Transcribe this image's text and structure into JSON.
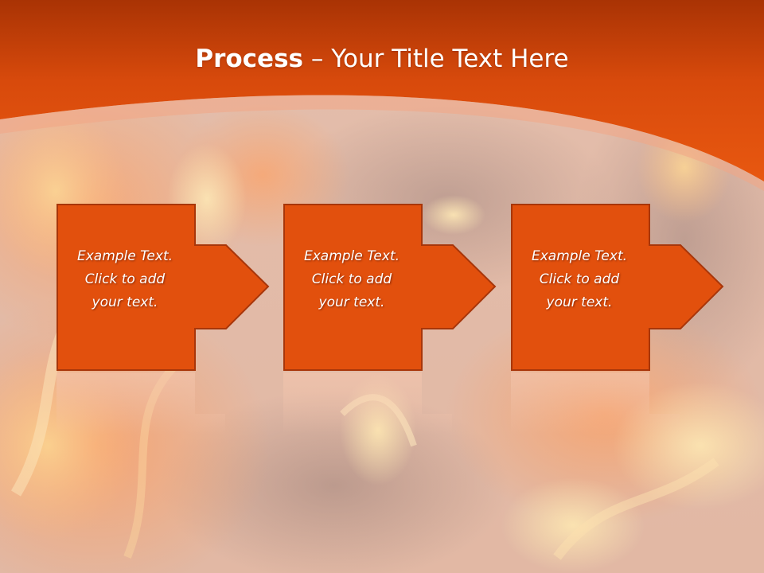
{
  "slide": {
    "title_bold": "Process",
    "title_rest": " – Your Title Text Here",
    "steps": [
      {
        "line1": "Example Text.",
        "line2": "Click  to add",
        "line3": "your text."
      },
      {
        "line1": "Example Text.",
        "line2": "Click  to add",
        "line3": "your text."
      },
      {
        "line1": "Example Text.",
        "line2": "Click  to add",
        "line3": "your text."
      }
    ]
  },
  "colors": {
    "header_orange": "#e2500d",
    "header_dark": "#a83004",
    "box_fill": "#e2500d",
    "box_border": "#a8360a"
  }
}
